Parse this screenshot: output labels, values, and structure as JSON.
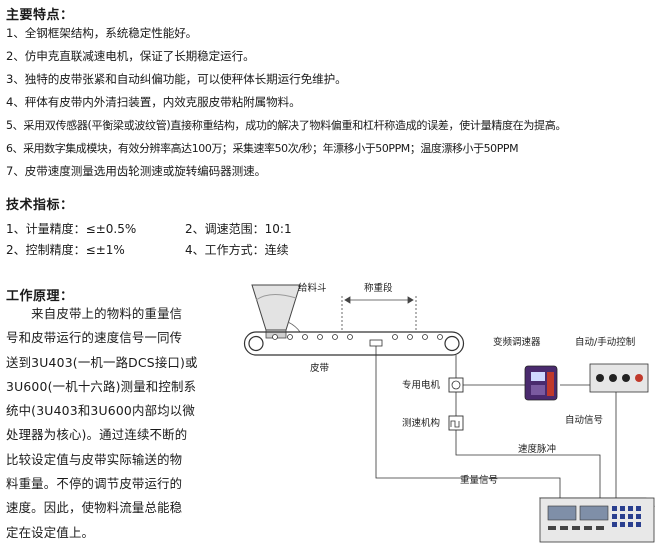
{
  "features": {
    "heading": "主要特点：",
    "items": [
      "1、全钢框架结构，系统稳定性能好。",
      "2、仿申克直联减速电机，保证了长期稳定运行。",
      "3、独特的皮带张紧和自动纠偏功能，可以使秤体长期运行免维护。",
      "4、秤体有皮带内外清扫装置，内效克服皮带粘附属物料。",
      "5、采用双传感器(平衡梁或波纹管)直接称重结构，成功的解决了物料偏重和杠杆称造成的误差，使计量精度在为提高。",
      "6、采用数字集成模块，有效分辨率高达100万；采集速率50次/秒；年漂移小于50PPM；温度漂移小于50PPM",
      "7、皮带速度测量选用齿轮测速或旋转编码器测速。"
    ]
  },
  "tech": {
    "heading": "技术指标：",
    "items": [
      "1、计量精度：≤±0.5%",
      "2、调速范围：10:1",
      "2、控制精度：≤±1%",
      "4、工作方式：连续"
    ]
  },
  "work": {
    "heading": "工作原理：",
    "lines": [
      "　　来自皮带上的物料的重量信",
      "号和皮带运行的速度信号一同传",
      "送到3U403(一机一路DCS接口)或",
      "3U600(一机十六路)测量和控制系",
      "统中(3U403和3U600内部均以微",
      "处理器为核心)。通过连续不断的",
      "比较设定值与皮带实际输送的物",
      "料重量。不停的调节皮带运行的",
      "速度。因此，使物料流量总能稳",
      "定在设定值上。"
    ]
  },
  "diagram": {
    "labels": {
      "hopper": "给料斗",
      "weigh_section": "称重段",
      "belt": "皮带",
      "vfd": "变频调速器",
      "auto_manual": "自动/手动控制",
      "motor": "专用电机",
      "speed_sensor": "测速机构",
      "auto_signal": "自动信号",
      "speed_pulse": "速度脉冲",
      "weight_signal": "重量信号"
    },
    "colors": {
      "vfd_body": "#4a2a6e",
      "vfd_accent": "#c0392b",
      "controller": "#e8e8e8"
    }
  }
}
